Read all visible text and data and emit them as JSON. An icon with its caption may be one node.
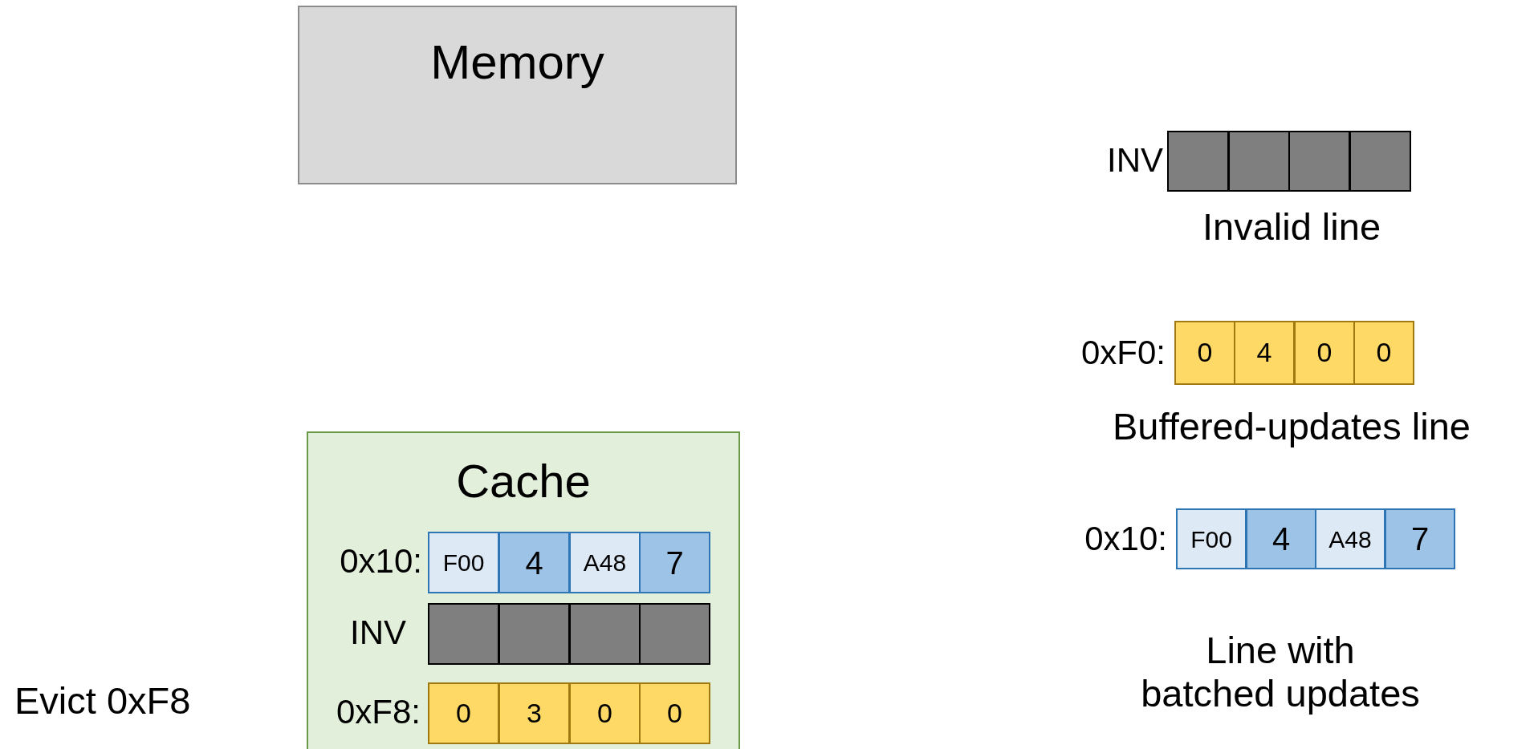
{
  "diagram": {
    "nodes": [
      {
        "text": [
          "Memory"
        ]
      },
      {
        "text": [
          "Cache"
        ]
      },
      {
        "text": [
          "F00"
        ],
        "in": 1
      },
      {
        "text": [
          "4"
        ],
        "in": 1
      },
      {
        "text": [
          "A48"
        ],
        "in": 1
      },
      {
        "text": [
          "7"
        ],
        "in": 1
      },
      {
        "text": [],
        "shape": "box",
        "in": 1
      },
      {
        "text": [],
        "shape": "box",
        "in": 1
      },
      {
        "text": [],
        "shape": "box",
        "in": 1
      },
      {
        "text": [],
        "shape": "box",
        "in": 1
      },
      {
        "text": [
          "0"
        ],
        "in": 1
      },
      {
        "text": [
          "3"
        ],
        "in": 1
      },
      {
        "text": [
          "0"
        ],
        "in": 1
      },
      {
        "text": [
          "0"
        ],
        "in": 1
      },
      {
        "text": [],
        "shape": "box"
      },
      {
        "text": [],
        "shape": "box"
      },
      {
        "text": [],
        "shape": "box"
      },
      {
        "text": [],
        "shape": "box"
      },
      {
        "text": [
          "0"
        ]
      },
      {
        "text": [
          "4"
        ]
      },
      {
        "text": [
          "0"
        ]
      },
      {
        "text": [
          "0"
        ]
      },
      {
        "text": [
          "F00"
        ]
      },
      {
        "text": [
          "4"
        ]
      },
      {
        "text": [
          "A48"
        ]
      },
      {
        "text": [
          "7"
        ]
      }
    ],
    "labels": [
      "0x10:",
      "INV",
      "0xF8:",
      "Evict 0xF8",
      "INV",
      "Invalid line",
      "0xF0:",
      "Buffered-updates line",
      "0x10:",
      "Line with batched updates"
    ]
  }
}
